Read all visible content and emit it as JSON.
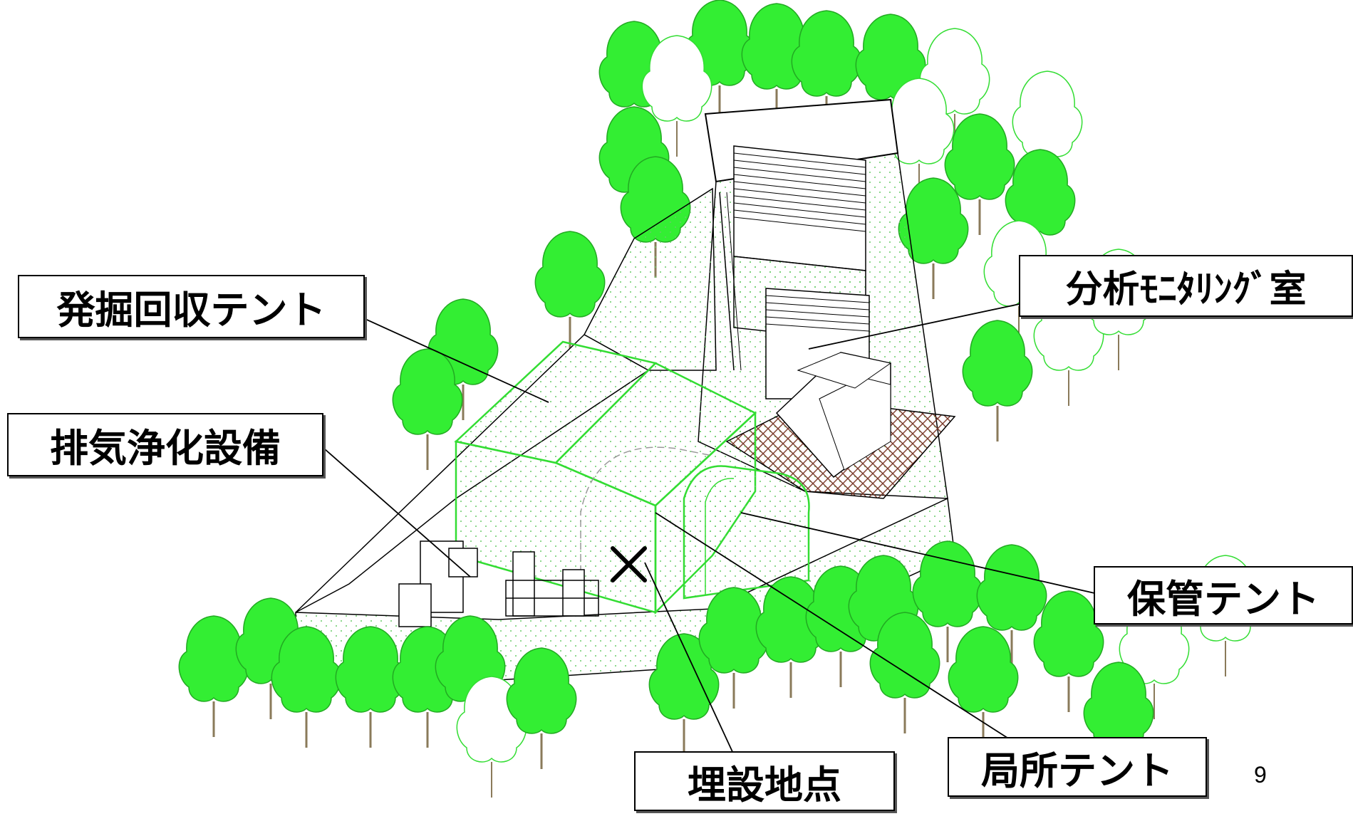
{
  "labels": {
    "excavation_tent": "発掘回収テント",
    "exhaust_purification": "排気浄化設備",
    "analysis_room": "分析ﾓﾆﾀﾘﾝｸﾞ室",
    "storage_tent": "保管テント",
    "local_tent": "局所テント",
    "burial_point": "埋設地点"
  },
  "page_number": "9",
  "colors": {
    "tree_fill": "#33ee33",
    "tree_outline": "#22aa22",
    "tent_outline": "#33dd33",
    "dots": "#66cc66",
    "net": "#7a3a2a",
    "line": "#000000"
  },
  "icons": {
    "burial_marker": "x-mark-icon"
  }
}
